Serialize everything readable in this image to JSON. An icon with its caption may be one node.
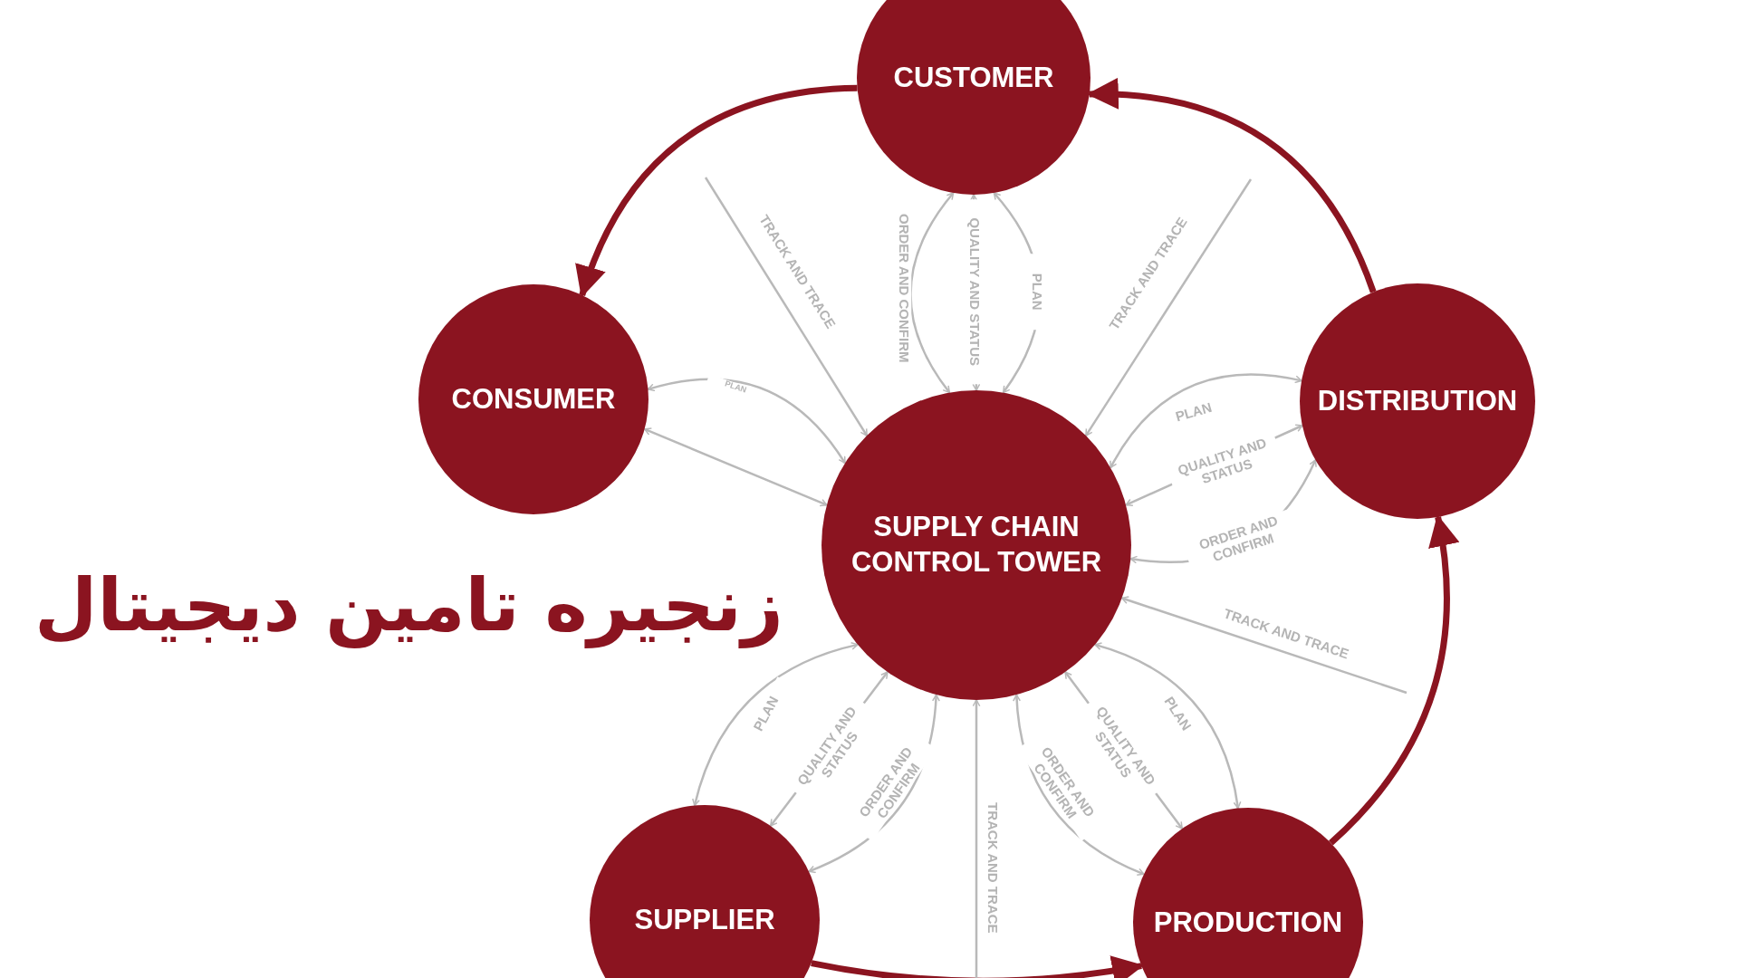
{
  "diagram": {
    "title": "زنجیره تامین دیجیتال",
    "nodes": [
      {
        "text": [
          "CUSTOMER"
        ]
      },
      {
        "text": [
          "CONSUMER"
        ]
      },
      {
        "text": [
          "SUPPLY CHAIN CONTROL TOWER"
        ]
      },
      {
        "text": [
          "DISTRIBUTION"
        ]
      },
      {
        "text": [
          "SUPPLIER"
        ]
      },
      {
        "text": [
          "PRODUCTION"
        ]
      }
    ],
    "edges": [
      {
        "from": 0,
        "to": 1,
        "arrow": "to",
        "style": "thick",
        "color": "#8b1420"
      },
      {
        "from": 3,
        "to": 0,
        "arrow": "to",
        "style": "thick",
        "color": "#8b1420"
      },
      {
        "from": 5,
        "to": 3,
        "arrow": "to",
        "style": "thick",
        "color": "#8b1420"
      },
      {
        "from": 4,
        "to": 5,
        "arrow": "to",
        "style": "thick",
        "color": "#8b1420"
      },
      {
        "from": 0,
        "to": 2,
        "arrow": "both",
        "label": "ORDER AND CONFIRM"
      },
      {
        "from": 0,
        "to": 2,
        "arrow": "both",
        "label": "QUALITY AND STATUS"
      },
      {
        "from": 0,
        "to": 2,
        "arrow": "both",
        "label": "PLAN"
      },
      {
        "from": null,
        "to": 2,
        "arrow": "to",
        "label": "TRACK AND TRACE"
      },
      {
        "from": null,
        "to": 2,
        "arrow": "to",
        "label": "TRACK AND TRACE"
      },
      {
        "from": 1,
        "to": 2,
        "arrow": "both",
        "label": "PLAN"
      },
      {
        "from": 1,
        "to": 2,
        "arrow": "both"
      },
      {
        "from": 3,
        "to": 2,
        "arrow": "both",
        "label": "PLAN"
      },
      {
        "from": 3,
        "to": 2,
        "arrow": "both",
        "label": "QUALITY AND STATUS"
      },
      {
        "from": 3,
        "to": 2,
        "arrow": "both",
        "label": "ORDER AND CONFIRM"
      },
      {
        "from": null,
        "to": 2,
        "arrow": "to",
        "label": "TRACK AND TRACE"
      },
      {
        "from": 4,
        "to": 2,
        "arrow": "both",
        "label": "PLAN"
      },
      {
        "from": 4,
        "to": 2,
        "arrow": "both",
        "label": "QUALITY AND STATUS"
      },
      {
        "from": 4,
        "to": 2,
        "arrow": "both",
        "label": "ORDER AND CONFIRM"
      },
      {
        "from": null,
        "to": 2,
        "arrow": "to",
        "label": "TRACK AND TRACE"
      },
      {
        "from": 5,
        "to": 2,
        "arrow": "both",
        "label": "PLAN"
      },
      {
        "from": 5,
        "to": 2,
        "arrow": "both",
        "label": "QUALITY AND STATUS"
      },
      {
        "from": 5,
        "to": 2,
        "arrow": "both",
        "label": "ORDER AND CONFIRM"
      }
    ]
  }
}
